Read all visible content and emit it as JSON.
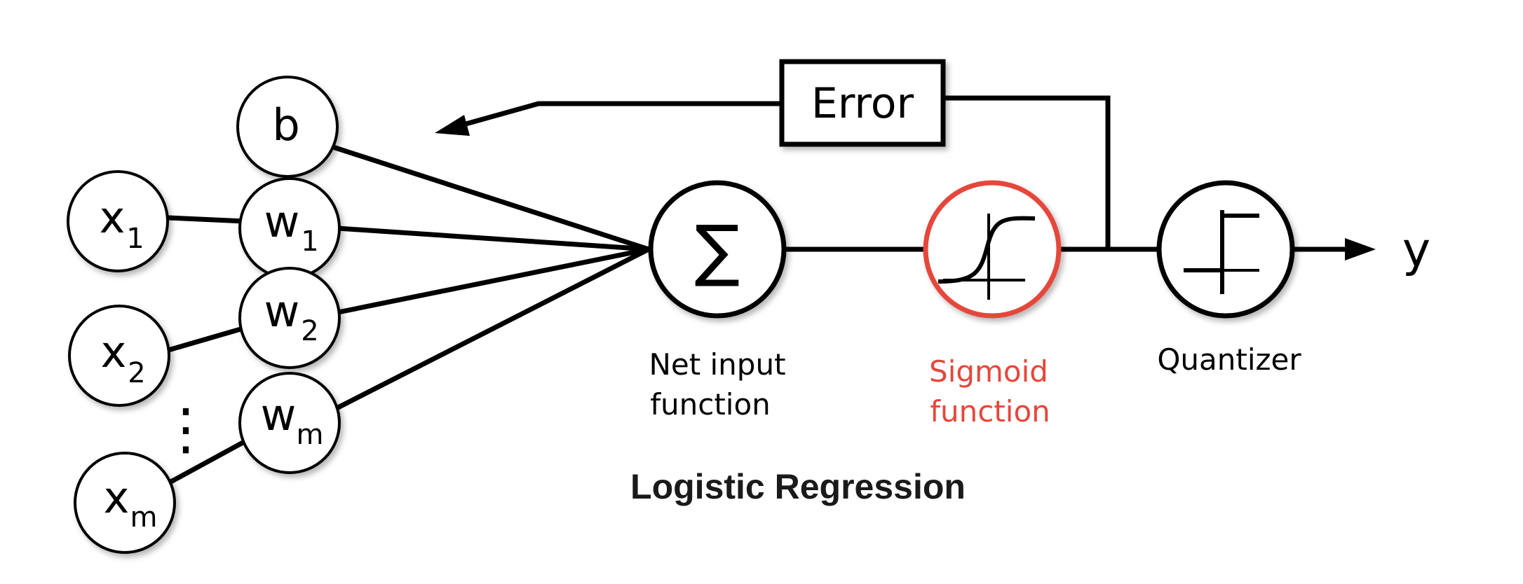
{
  "diagram": {
    "title": "Logistic Regression",
    "nodes": {
      "bias": {
        "label": "b"
      },
      "x1": {
        "label": "x",
        "sub": "1"
      },
      "x2": {
        "label": "x",
        "sub": "2"
      },
      "xm": {
        "label": "x",
        "sub": "m"
      },
      "w1": {
        "label": "w",
        "sub": "1"
      },
      "w2": {
        "label": "w",
        "sub": "2"
      },
      "wm": {
        "label": "w",
        "sub": "m"
      },
      "ellipsis": "⋮"
    },
    "net_input": {
      "symbol": "∑",
      "caption_line1": "Net input",
      "caption_line2": "function"
    },
    "sigmoid": {
      "caption_line1": "Sigmoid",
      "caption_line2": "function",
      "color": "#e5473a"
    },
    "quantizer": {
      "caption": "Quantizer"
    },
    "error_box": {
      "label": "Error"
    },
    "output": {
      "label": "y"
    }
  }
}
